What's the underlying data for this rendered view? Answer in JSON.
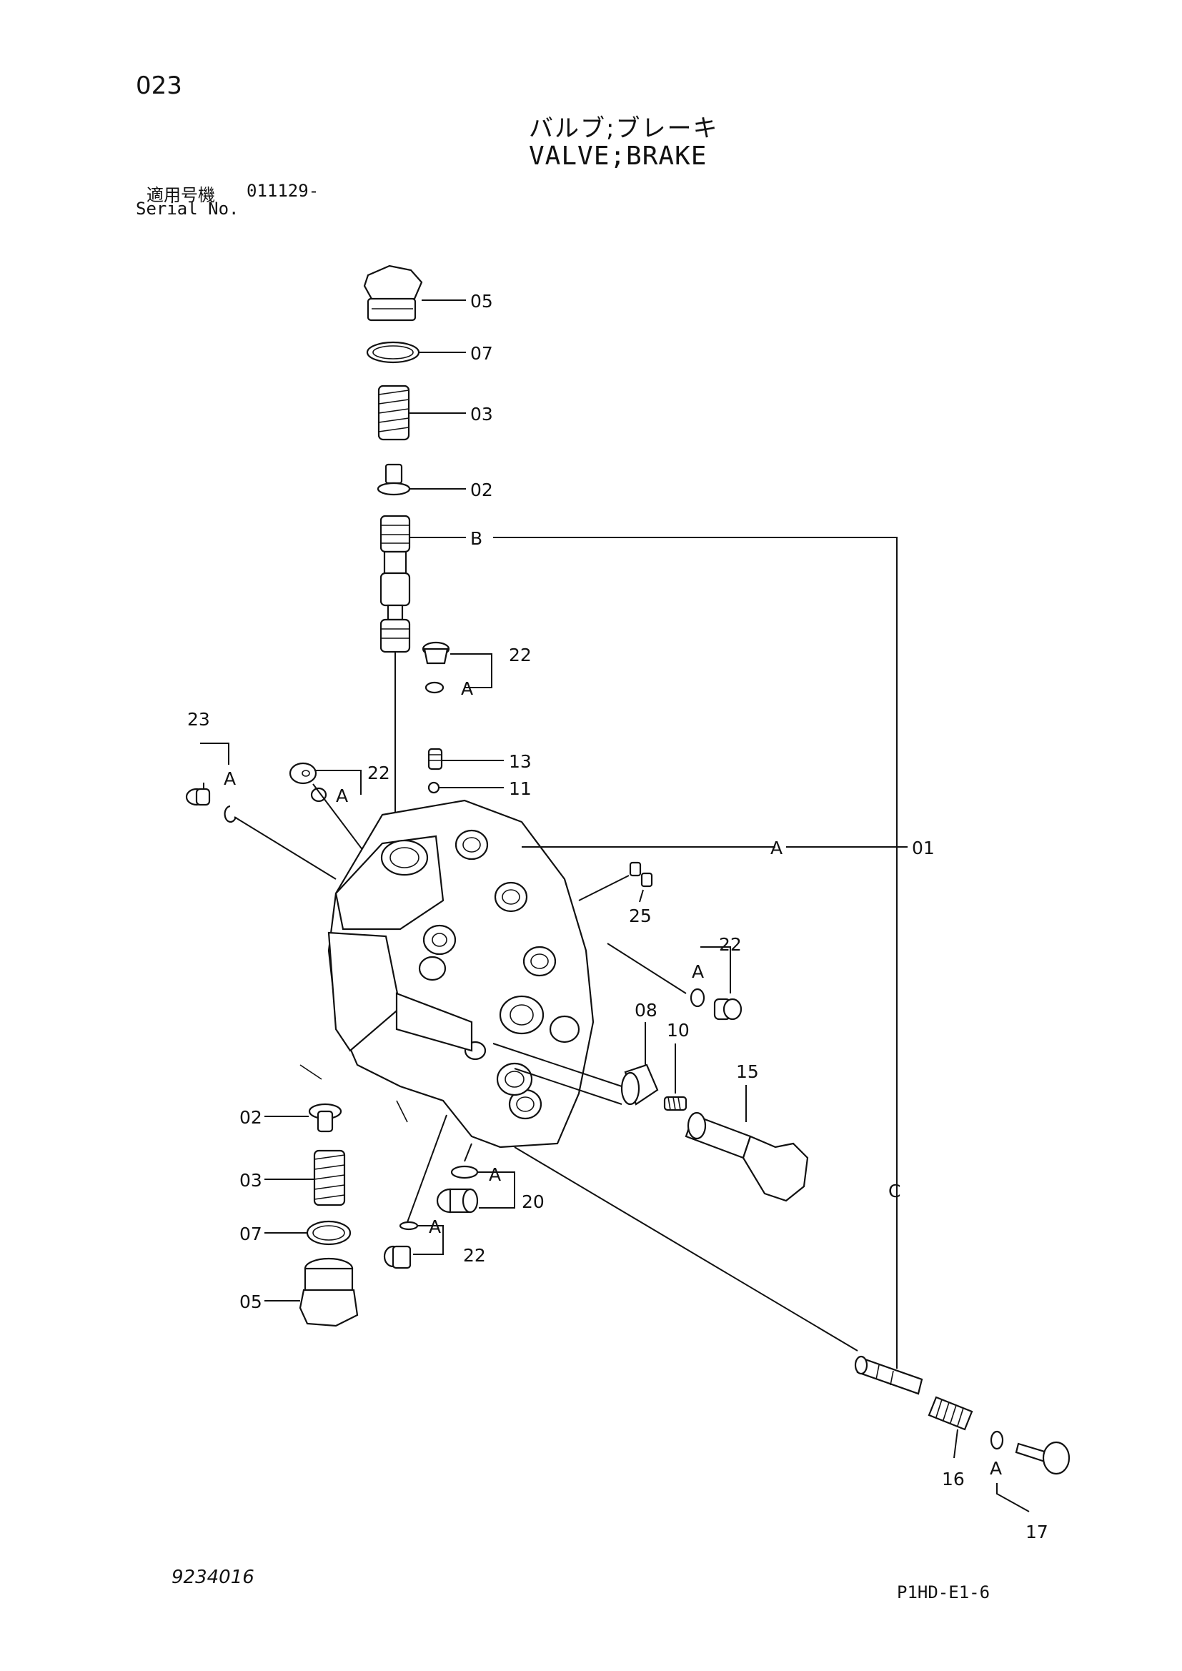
{
  "header": {
    "page_no": "023",
    "title_jp": "バルブ;ブレーキ",
    "title_en": "VALVE;BRAKE",
    "serial_label_jp": "適用号機",
    "serial_value": "011129-",
    "serial_label_en": "Serial No."
  },
  "callouts": {
    "c05_top": "05",
    "c07_top": "07",
    "c03_top": "03",
    "c02_top": "02",
    "cB": "B",
    "c22_a": "22",
    "cA_a": "A",
    "c23": "23",
    "cA_23": "A",
    "c22_b": "22",
    "cA_b": "A",
    "c13": "13",
    "c11": "11",
    "cA_01": "A",
    "c01": "01",
    "c25": "25",
    "c22_c": "22",
    "cA_c": "A",
    "c08": "08",
    "c10": "10",
    "c15": "15",
    "cC": "C",
    "c02_bot": "02",
    "c03_bot": "03",
    "c07_bot": "07",
    "c05_bot": "05",
    "cA_20": "A",
    "c20": "20",
    "cA_d": "A",
    "c22_d": "22",
    "c16": "16",
    "cA_17": "A",
    "c17": "17"
  },
  "footer": {
    "doc_number": "9234016",
    "sheet_code": "P1HD-E1-6"
  }
}
